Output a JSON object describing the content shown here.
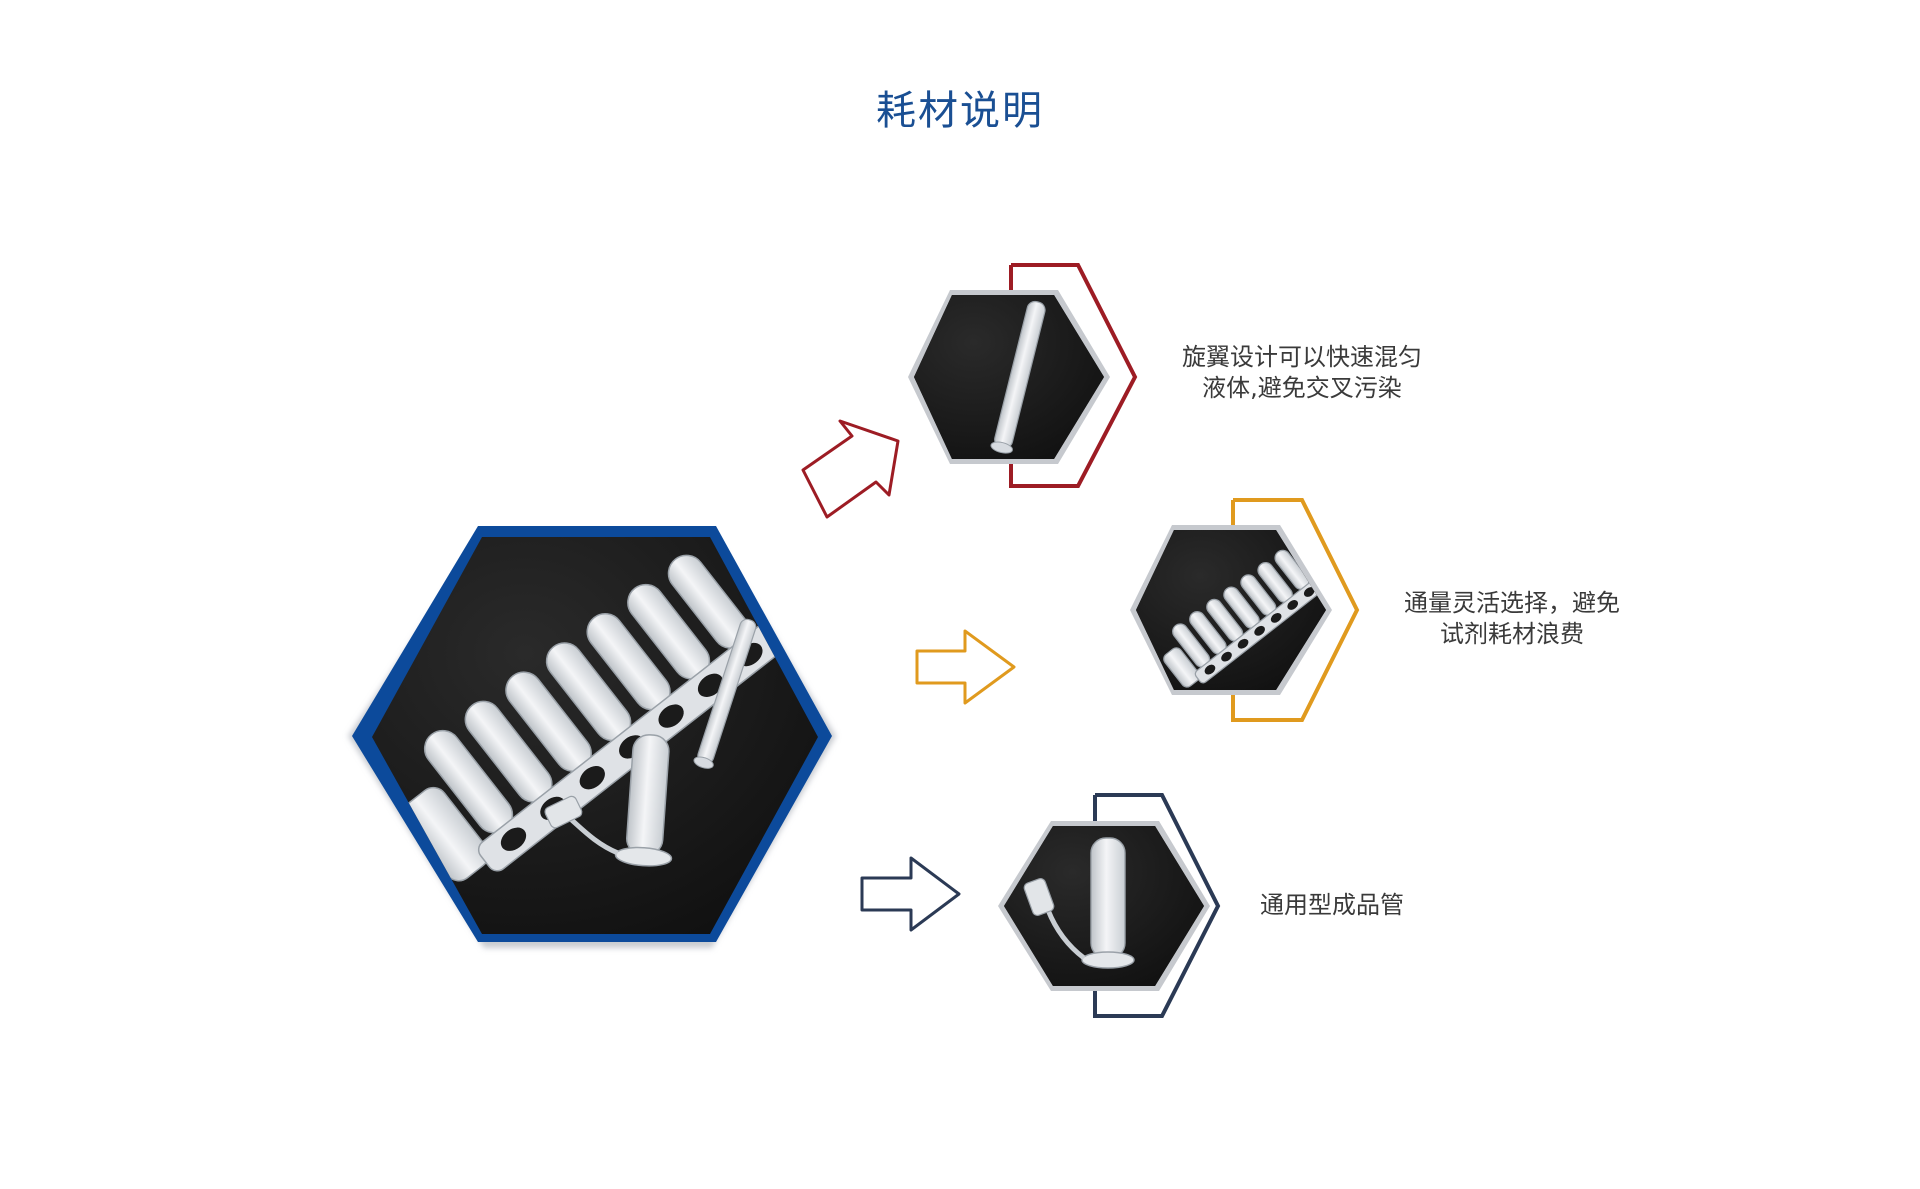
{
  "title": "耗材说明",
  "colors": {
    "title": "#1a4f93",
    "main_hex_border": "#0c4a9b",
    "spin_accent": "#9d1c24",
    "strip_accent": "#e09a1e",
    "tube_accent": "#2b3a55",
    "photo_background": "#151515",
    "tube_plastic": "#e9ebee"
  },
  "main_photo": {
    "icon": "consumables-photo-icon"
  },
  "features": [
    {
      "id": "spin",
      "icon": "spin-tube-photo-icon",
      "lines": [
        "旋翼设计可以快速混匀",
        "液体,避免交叉污染"
      ]
    },
    {
      "id": "strip",
      "icon": "tube-strip-photo-icon",
      "lines": [
        "通量灵活选择，避免",
        "试剂耗材浪费"
      ]
    },
    {
      "id": "tube",
      "icon": "microtube-photo-icon",
      "lines": [
        "通用型成品管"
      ]
    }
  ]
}
